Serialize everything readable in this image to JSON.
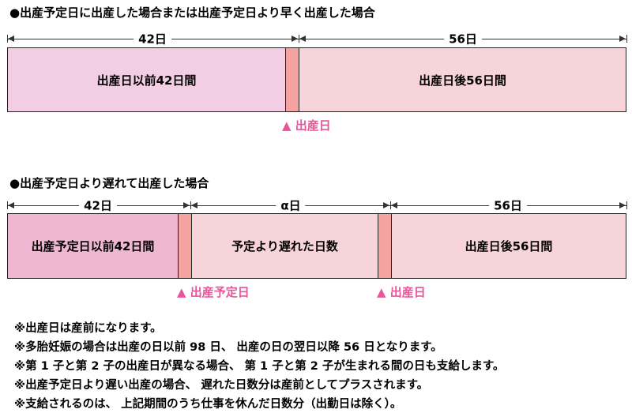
{
  "section1": {
    "heading": "●出産予定日に出産した場合または出産予定日より早く出産した場合",
    "dim_before": "42日",
    "dim_after": "56日",
    "seg_before": "出産日以前42日間",
    "seg_after": "出産日後56日間",
    "marker": "▲ 出産日"
  },
  "section2": {
    "heading": "●出産予定日より遅れて出産した場合",
    "dim_before": "42日",
    "dim_alpha": "α日",
    "dim_after": "56日",
    "seg_before": "出産予定日以前42日間",
    "seg_delay": "予定より遅れた日数",
    "seg_after": "出産日後56日間",
    "marker_due": "▲ 出産予定日",
    "marker_birth": "▲ 出産日"
  },
  "notes": [
    "※出産日は産前になります。",
    "※多胎妊娠の場合は出産の日以前 98 日、 出産の日の翌日以降 56 日となります。",
    "※第 1 子と第 2 子の出産日が異なる場合、 第 1 子と第 2 子が生まれる間の日も支給します。",
    "※出産予定日より遅い出産の場合、 遅れた日数分は産前としてプラスされます。",
    "※支給されるのは、 上記期間のうち仕事を休んだ日数分（出勤日は除く）。"
  ],
  "colors": {
    "pre_period_1": "#f2cde4",
    "pre_period_2": "#f0b7d2",
    "post_period": "#f7d3da",
    "event_day": "#f4a3a0",
    "marker": "#e8559a"
  }
}
